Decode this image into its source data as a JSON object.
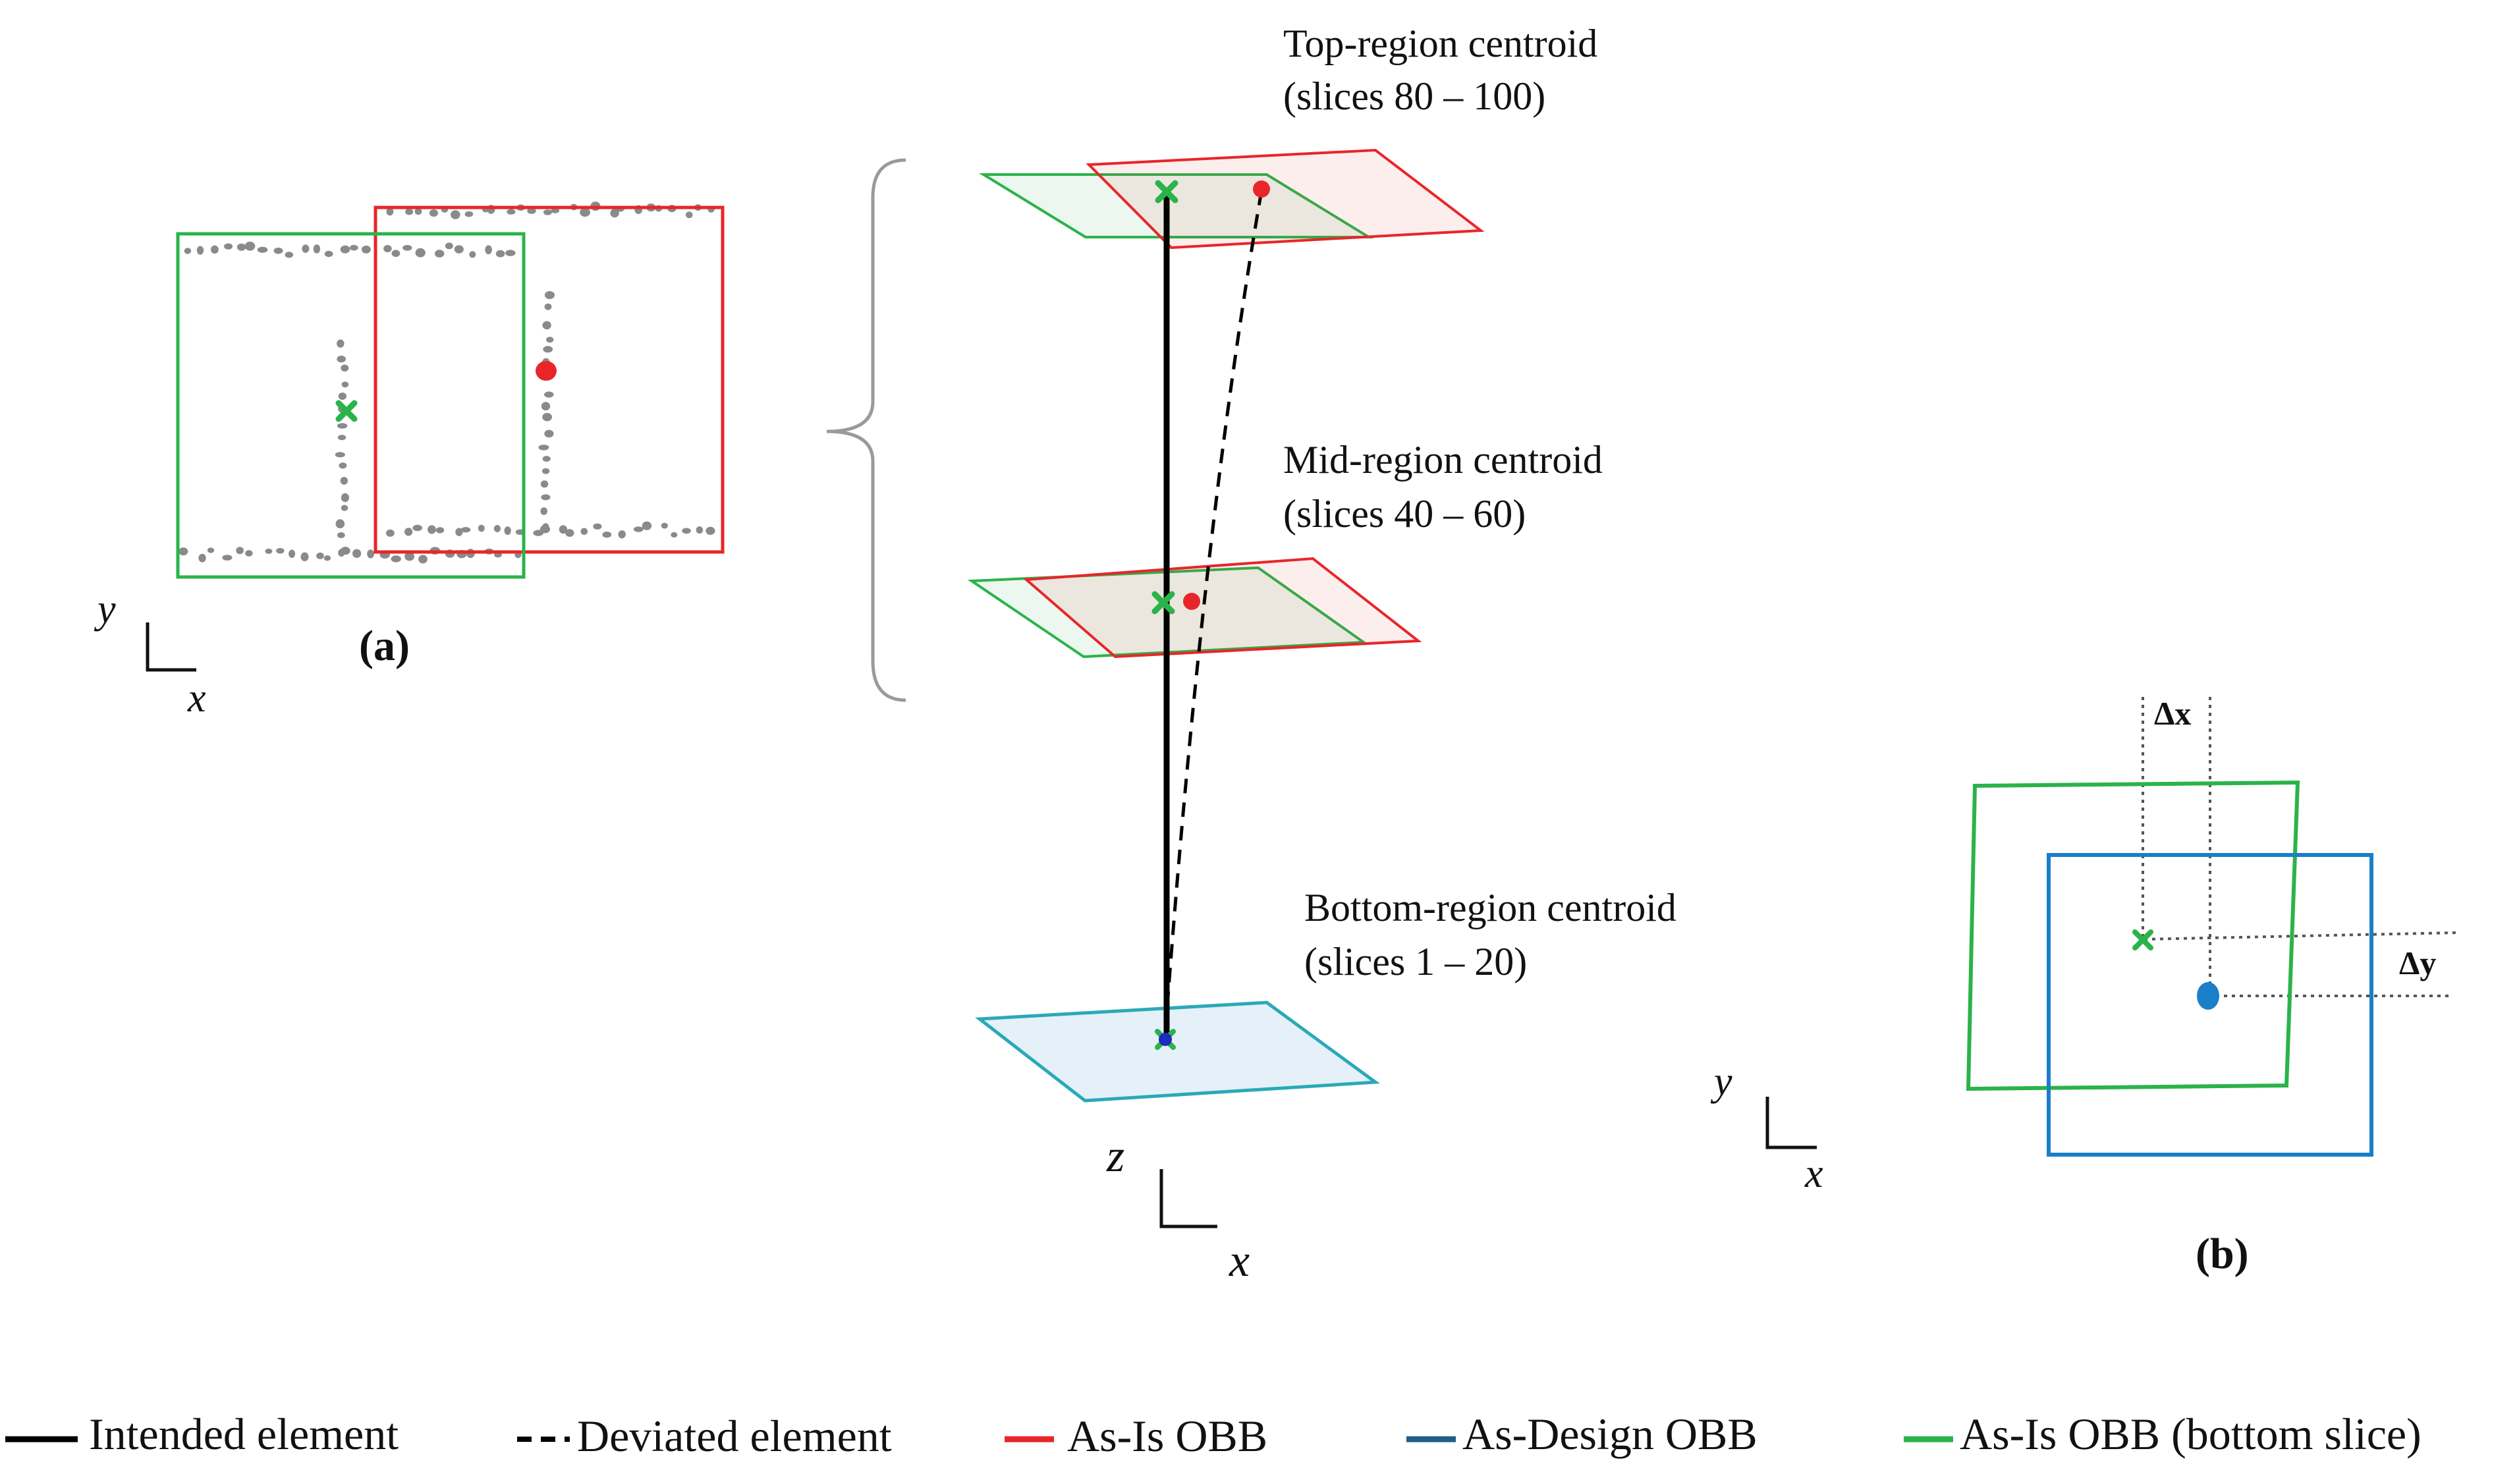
{
  "labels": {
    "top_region_title": "Top-region centroid",
    "top_region_slices": "(slices 80 – 100)",
    "mid_region_title": "Mid-region centroid",
    "mid_region_slices": "(slices 40 – 60)",
    "bottom_region_title": "Bottom-region centroid",
    "bottom_region_slices": "(slices 1 – 20)",
    "panel_a": "(a)",
    "panel_b": "(b)",
    "delta_x": "Δx",
    "delta_y": "Δy"
  },
  "axes": {
    "panel_a": {
      "vertical": "y",
      "horizontal": "x"
    },
    "panel_b": {
      "vertical": "y",
      "horizontal": "x"
    },
    "center": {
      "vertical": "z",
      "horizontal": "x"
    }
  },
  "legend": [
    {
      "label": "Intended element",
      "style": "solid",
      "color": "#000000"
    },
    {
      "label": "Deviated element",
      "style": "dashed",
      "color": "#000000"
    },
    {
      "label": "As-Is OBB",
      "style": "solid",
      "color": "#e8262a"
    },
    {
      "label": "As-Design OBB",
      "style": "solid",
      "color": "#1f5f87"
    },
    {
      "label": "As-Is OBB (bottom slice)",
      "style": "solid",
      "color": "#2bb34a"
    }
  ],
  "colors": {
    "as_is": "#e8262a",
    "as_design": "#1a7fc8",
    "as_is_bottom": "#2bb34a",
    "intended": "#000000",
    "points": "#8a8a8a"
  }
}
